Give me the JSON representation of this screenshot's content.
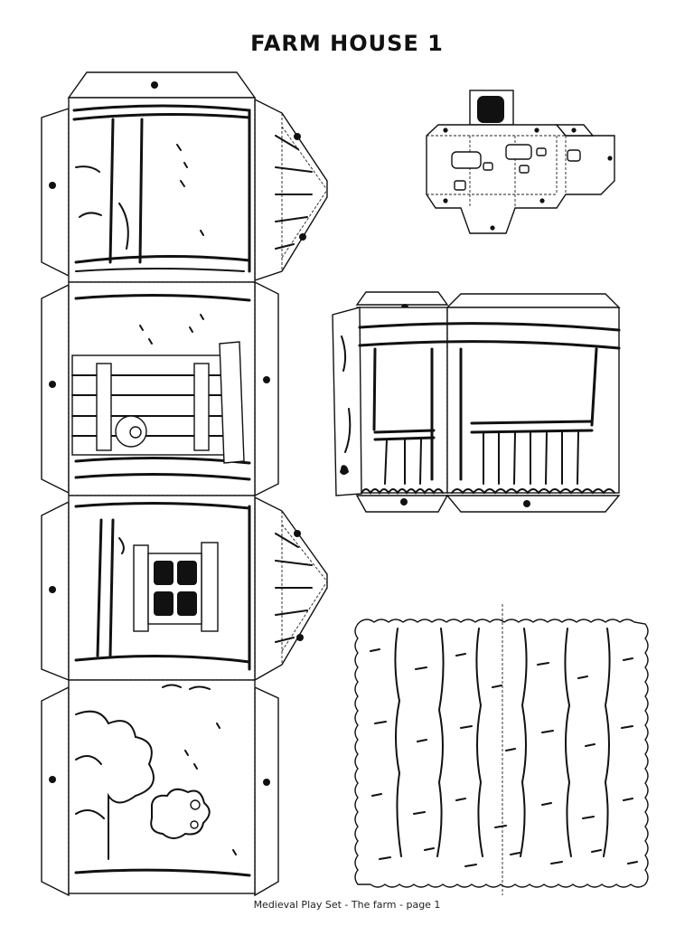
{
  "page": {
    "title": "FARM HOUSE 1",
    "footer": "Medieval Play Set - The farm - page 1"
  },
  "pieces": [
    {
      "name": "house-walls-net"
    },
    {
      "name": "chimney-net"
    },
    {
      "name": "porch-net"
    },
    {
      "name": "thatch-roof"
    }
  ],
  "colors": {
    "ink": "#111111",
    "paper": "#ffffff"
  }
}
